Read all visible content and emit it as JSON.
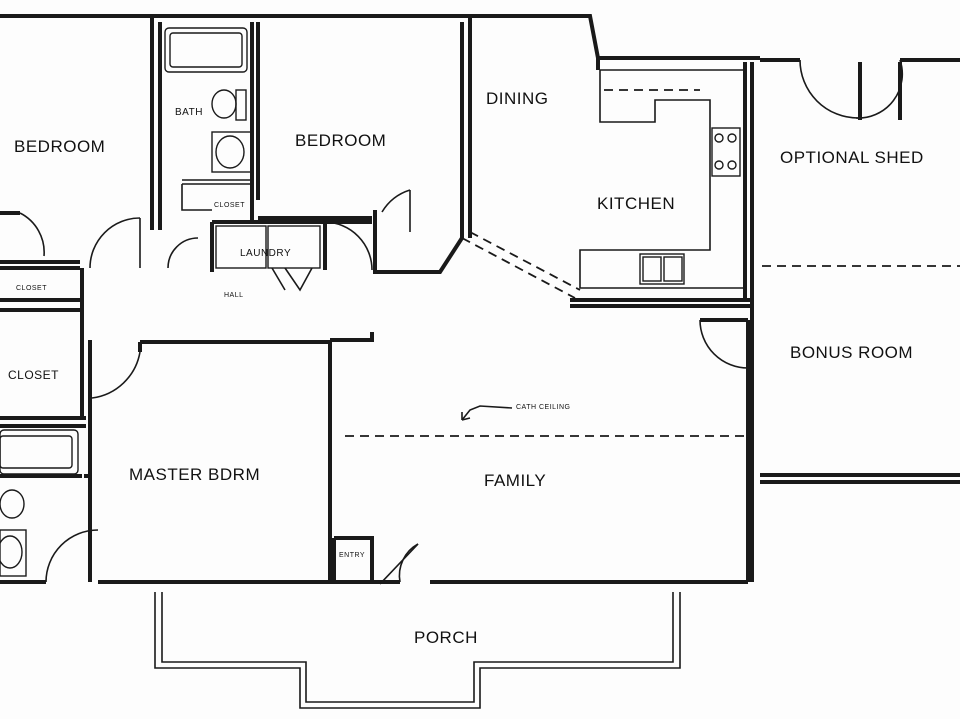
{
  "rooms": {
    "bedroom_left": "BEDROOM",
    "bath": "BATH",
    "bedroom_center": "BEDROOM",
    "closet_bath": "CLOSET",
    "laundry": "LAUNDRY",
    "hall": "HALL",
    "dining": "DINING",
    "kitchen": "KITCHEN",
    "optional_shed": "OPTIONAL SHED",
    "closet_upper": "CLOSET",
    "closet_lower": "CLOSET",
    "bonus_room": "BONUS ROOM",
    "cath_ceiling": "CATH CEILING",
    "master_bedroom": "MASTER BDRM",
    "family": "FAMILY",
    "entry": "ENTRY",
    "porch": "PORCH"
  }
}
